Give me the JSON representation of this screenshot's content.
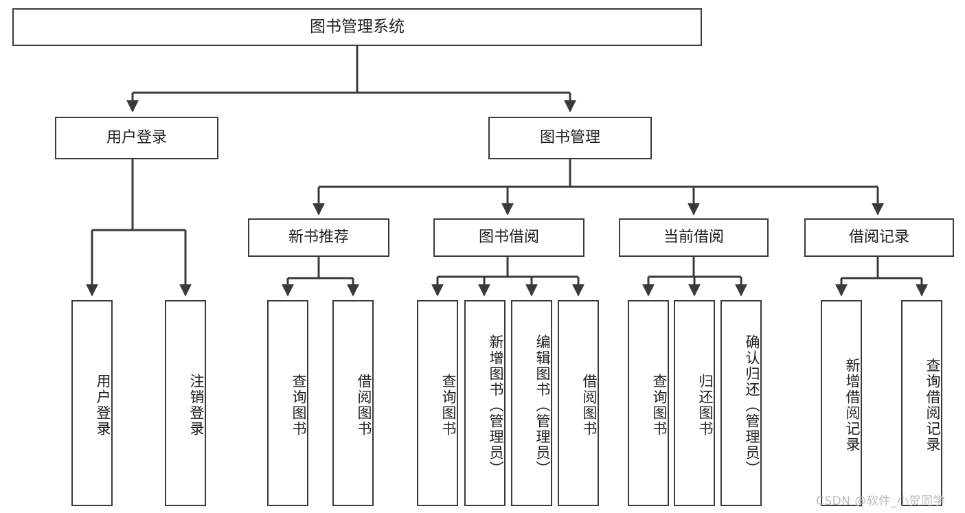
{
  "diagram": {
    "title": "图书管理系统",
    "type": "function-structure-tree",
    "watermark": "CSDN @软件_小贺同学",
    "colors": {
      "border": "#3a3a3a",
      "background": "#ffffff",
      "text": "#1f1f1f",
      "watermark": "#b9b9b9"
    },
    "root": {
      "label": "图书管理系统"
    },
    "level2": [
      {
        "label": "用户登录"
      },
      {
        "label": "图书管理"
      }
    ],
    "level3": [
      {
        "label": "新书推荐"
      },
      {
        "label": "图书借阅"
      },
      {
        "label": "当前借阅"
      },
      {
        "label": "借阅记录"
      }
    ],
    "leaves": {
      "user_login": [
        {
          "label": "用户登录"
        },
        {
          "label": "注销登录"
        }
      ],
      "new_book": [
        {
          "label": "查询图书"
        },
        {
          "label": "借阅图书"
        }
      ],
      "book_borrow": [
        {
          "label": "查询图书"
        },
        {
          "label": "新增图书（管理员）"
        },
        {
          "label": "编辑图书（管理员）"
        },
        {
          "label": "借阅图书"
        }
      ],
      "current_borrow": [
        {
          "label": "查询图书"
        },
        {
          "label": "归还图书"
        },
        {
          "label": "确认归还（管理员）"
        }
      ],
      "borrow_record": [
        {
          "label": "新增借阅记录"
        },
        {
          "label": "查询借阅记录"
        }
      ]
    }
  }
}
